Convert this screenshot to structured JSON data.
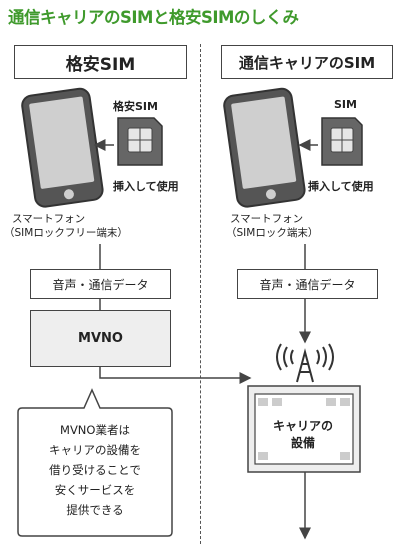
{
  "title": "通信キャリアのSIMと格安SIMのしくみ",
  "left": {
    "header": "格安SIM",
    "sim_label": "格安SIM",
    "insert_label": "挿入して使用",
    "phone_label_line1": "スマートフォン",
    "phone_label_line2": "（SIMロックフリー端末）",
    "data_box": "音声・通信データ",
    "mvno_box": "MVNO",
    "callout_lines": [
      "MVNO業者は",
      "キャリアの設備を",
      "借り受けることで",
      "安くサービスを",
      "提供できる"
    ]
  },
  "right": {
    "header": "通信キャリアのSIM",
    "sim_label": "SIM",
    "insert_label": "挿入して使用",
    "phone_label_line1": "スマートフォン",
    "phone_label_line2": "（SIMロック端末）",
    "data_box": "音声・通信データ",
    "carrier_line1": "キャリアの",
    "carrier_line2": "設備"
  },
  "colors": {
    "title": "#3f9a2c",
    "phone": "#555555",
    "box_fill": "#eeeeee"
  }
}
